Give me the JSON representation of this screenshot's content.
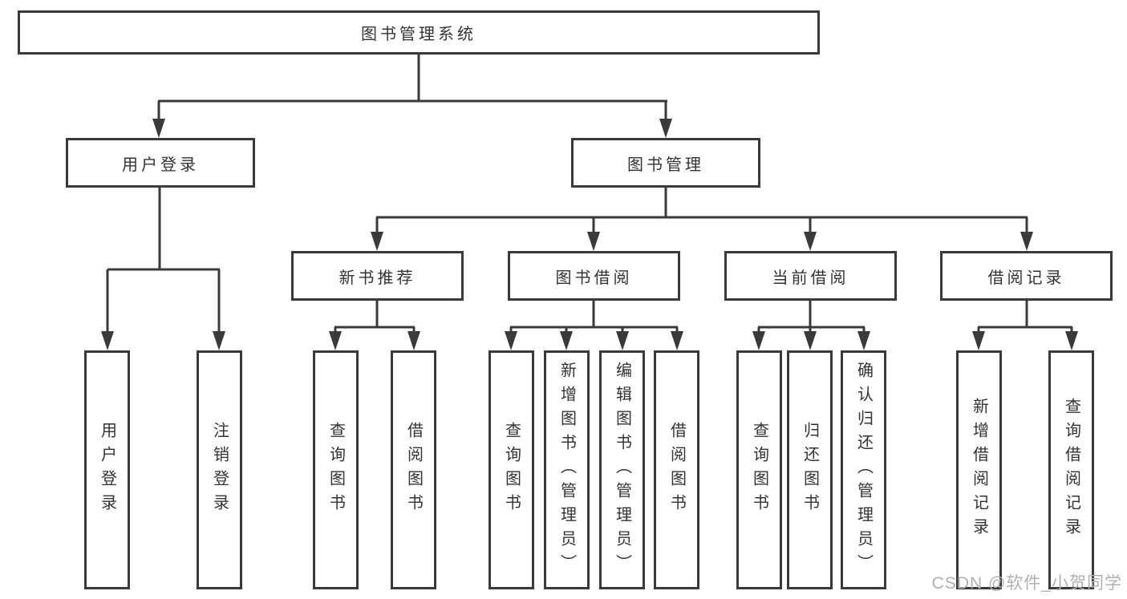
{
  "diagram": {
    "root": {
      "label": "图书管理系统"
    },
    "level2": [
      {
        "label": "用户登录"
      },
      {
        "label": "图书管理"
      }
    ],
    "level3": [
      {
        "label": "新书推荐"
      },
      {
        "label": "图书借阅"
      },
      {
        "label": "当前借阅"
      },
      {
        "label": "借阅记录"
      }
    ],
    "leaves": [
      {
        "label": "用户登录"
      },
      {
        "label": "注销登录"
      },
      {
        "label": "查询图书"
      },
      {
        "label": "借阅图书"
      },
      {
        "label": "查询图书"
      },
      {
        "label": "新增图书（管理员）"
      },
      {
        "label": "编辑图书（管理员）"
      },
      {
        "label": "借阅图书"
      },
      {
        "label": "查询图书"
      },
      {
        "label": "归还图书"
      },
      {
        "label": "确认归还（管理员）"
      },
      {
        "label": "新增借阅记录"
      },
      {
        "label": "查询借阅记录"
      }
    ]
  },
  "watermark": "CSDN @软件_小贺同学",
  "colors": {
    "line": "#3a3a3a",
    "text": "#333333",
    "watermark": "#b0b0b0",
    "background": "#ffffff"
  }
}
